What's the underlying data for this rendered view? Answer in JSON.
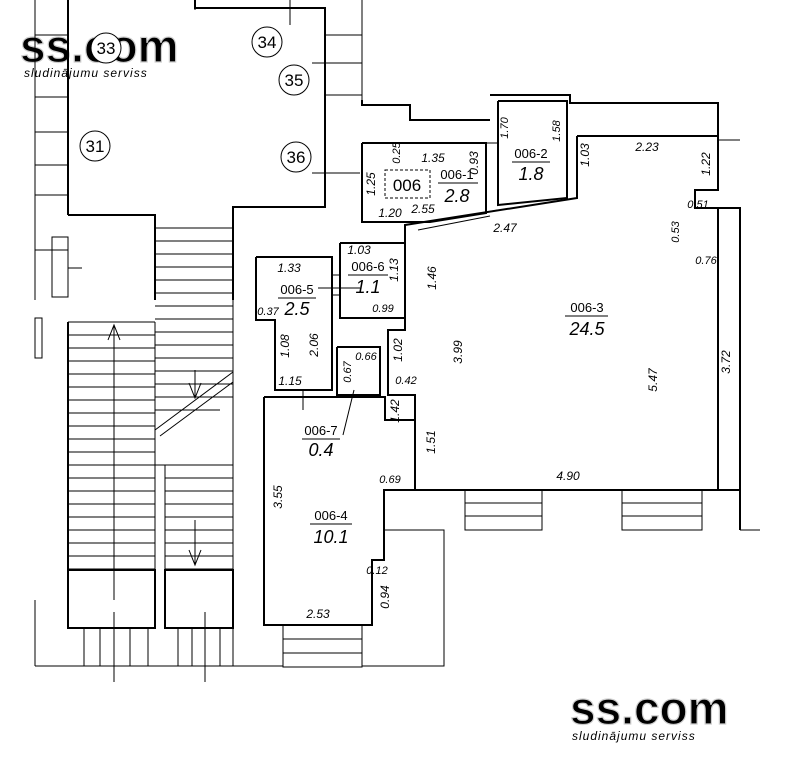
{
  "watermark": {
    "brand": "ss.com",
    "tagline": "sludinājumu serviss"
  },
  "building_markers": [
    "33",
    "34",
    "35",
    "31",
    "36"
  ],
  "unit_label": "006",
  "rooms": [
    {
      "id": "006-1",
      "area": "2.8"
    },
    {
      "id": "006-2",
      "area": "1.8"
    },
    {
      "id": "006-3",
      "area": "24.5"
    },
    {
      "id": "006-4",
      "area": "10.1"
    },
    {
      "id": "006-5",
      "area": "2.5"
    },
    {
      "id": "006-6",
      "area": "1.1"
    },
    {
      "id": "006-7",
      "area": "0.4"
    }
  ],
  "dimensions": {
    "r1_top": "1.35",
    "r1_top_left": "0.25",
    "r1_right": "0.93",
    "r1_left": "1.25",
    "r1_bottom": "1.20",
    "r1_bottom2": "2.55",
    "r2_left": "1.70",
    "r2_right": "1.58",
    "r3_left_top": "1.03",
    "r3_top": "2.23",
    "r3_right_top": "1.22",
    "r3_notch_w": "0.51",
    "r3_notch_h": "0.53",
    "r3_notch_b": "0.76",
    "r3_diag": "2.47",
    "r3_left": "1.46",
    "r3_inner": "3.99",
    "r3_right_in": "5.47",
    "r3_right_out": "3.72",
    "r3_bottom": "4.90",
    "r3_step": "1.02",
    "r3_step_w": "0.42",
    "r3_low_left": "1.42",
    "r3_low_left2": "1.51",
    "r5_top": "1.33",
    "r5_left": "0.37",
    "r5_right": "2.06",
    "r5_inner": "1.08",
    "r5_bottom": "1.15",
    "r6_top": "1.03",
    "r6_right": "1.13",
    "r6_bottom": "0.99",
    "r7_w": "0.66",
    "r7_h": "0.67",
    "r4_left": "3.55",
    "r4_top_right": "0.69",
    "r4_notch": "0.12",
    "r4_right_low": "0.94",
    "r4_bottom": "2.53"
  }
}
